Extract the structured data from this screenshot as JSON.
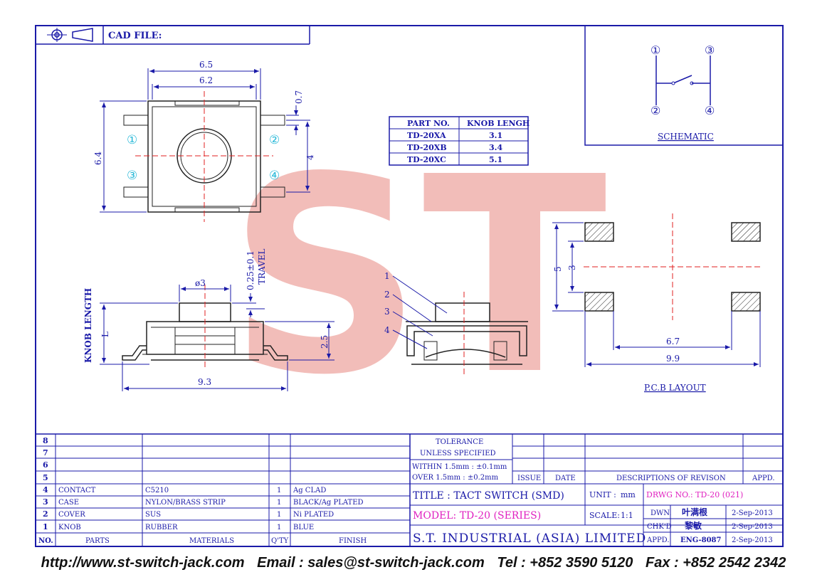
{
  "header": {
    "cad_file_label": "CAD FILE:"
  },
  "top_view": {
    "dims": {
      "w_outer": "6.5",
      "w_inner": "6.2",
      "h_outer": "6.4",
      "pin_pitch": "4",
      "pin_thk": "0.7"
    },
    "pins": [
      "①",
      "②",
      "③",
      "④"
    ]
  },
  "side_view": {
    "travel": "0.25±0.1",
    "travel_label": "TRAVEL",
    "knob_dia": "ø3",
    "knob_length_label": "KNOB LENGTH",
    "l_label": "L",
    "height": "2.5",
    "width": "9.3"
  },
  "section_view": {
    "callouts": [
      "1",
      "2",
      "3",
      "4"
    ]
  },
  "knob_table": {
    "headers": [
      "PART NO.",
      "KNOB LENGH"
    ],
    "rows": [
      [
        "TD-20XA",
        "3.1"
      ],
      [
        "TD-20XB",
        "3.4"
      ],
      [
        "TD-20XC",
        "5.1"
      ]
    ]
  },
  "schematic": {
    "title": "SCHEMATIC",
    "pins": [
      "①",
      "③",
      "②",
      "④"
    ]
  },
  "pcb_layout": {
    "title": "P.C.B LAYOUT",
    "dims": {
      "h_outer": "5",
      "h_inner": "3",
      "w_inner": "6.7",
      "w_outer": "9.9"
    }
  },
  "watermark": "ST",
  "bom": {
    "headers": [
      "NO.",
      "PARTS",
      "MATERIALS",
      "Q'TY",
      "FINISH"
    ],
    "rows": [
      [
        "8",
        "",
        "",
        "",
        ""
      ],
      [
        "7",
        "",
        "",
        "",
        ""
      ],
      [
        "6",
        "",
        "",
        "",
        ""
      ],
      [
        "5",
        "",
        "",
        "",
        ""
      ],
      [
        "4",
        "CONTACT",
        "C5210",
        "1",
        "Ag CLAD"
      ],
      [
        "3",
        "CASE",
        "NYLON/BRASS STRIP",
        "1",
        "BLACK/Ag PLATED"
      ],
      [
        "2",
        "COVER",
        "SUS",
        "1",
        "Ni PLATED"
      ],
      [
        "1",
        "KNOB",
        "RUBBER",
        "1",
        "BLUE"
      ]
    ]
  },
  "tolerance": {
    "line1": "TOLERANCE",
    "line2": "UNLESS SPECIFIED",
    "line3": "WITHIN 1.5mm : ±0.1mm",
    "line4": "OVER 1.5mm : ±0.2mm"
  },
  "revision": {
    "issue": "ISSUE",
    "date": "DATE",
    "desc": "DESCRIPTIONS OF REVISON",
    "appd": "APPD."
  },
  "title_block": {
    "title": "TITLE : TACT SWITCH (SMD)",
    "unit_label": "UNIT :",
    "unit_value": "mm",
    "drwg_no": "DRWG NO.: TD-20 (021)",
    "model": "MODEL: TD-20 (SERIES)",
    "scale_label": "SCALE:",
    "scale_value": "1:1",
    "company": "S.T. INDUSTRIAL (ASIA) LIMITED",
    "signoff": [
      {
        "role": "DWN.",
        "name": "叶满根",
        "date": "2-Sep-2013"
      },
      {
        "role": "CHK'D",
        "name": "黎敏",
        "date": "2-Sep-2013"
      },
      {
        "role": "APPD.",
        "name": "ENG-8087",
        "date": "2-Sep-2013"
      }
    ]
  },
  "footer": {
    "url": "http://www.st-switch-jack.com",
    "email": "Email : sales@st-switch-jack.com",
    "tel": "Tel : +852 3590 5120",
    "fax": "Fax : +852 2542 2342"
  },
  "colors": {
    "ink": "#1a1aa8",
    "red": "#e02020",
    "magenta": "#e020c0",
    "watermark": "#f0a098"
  }
}
